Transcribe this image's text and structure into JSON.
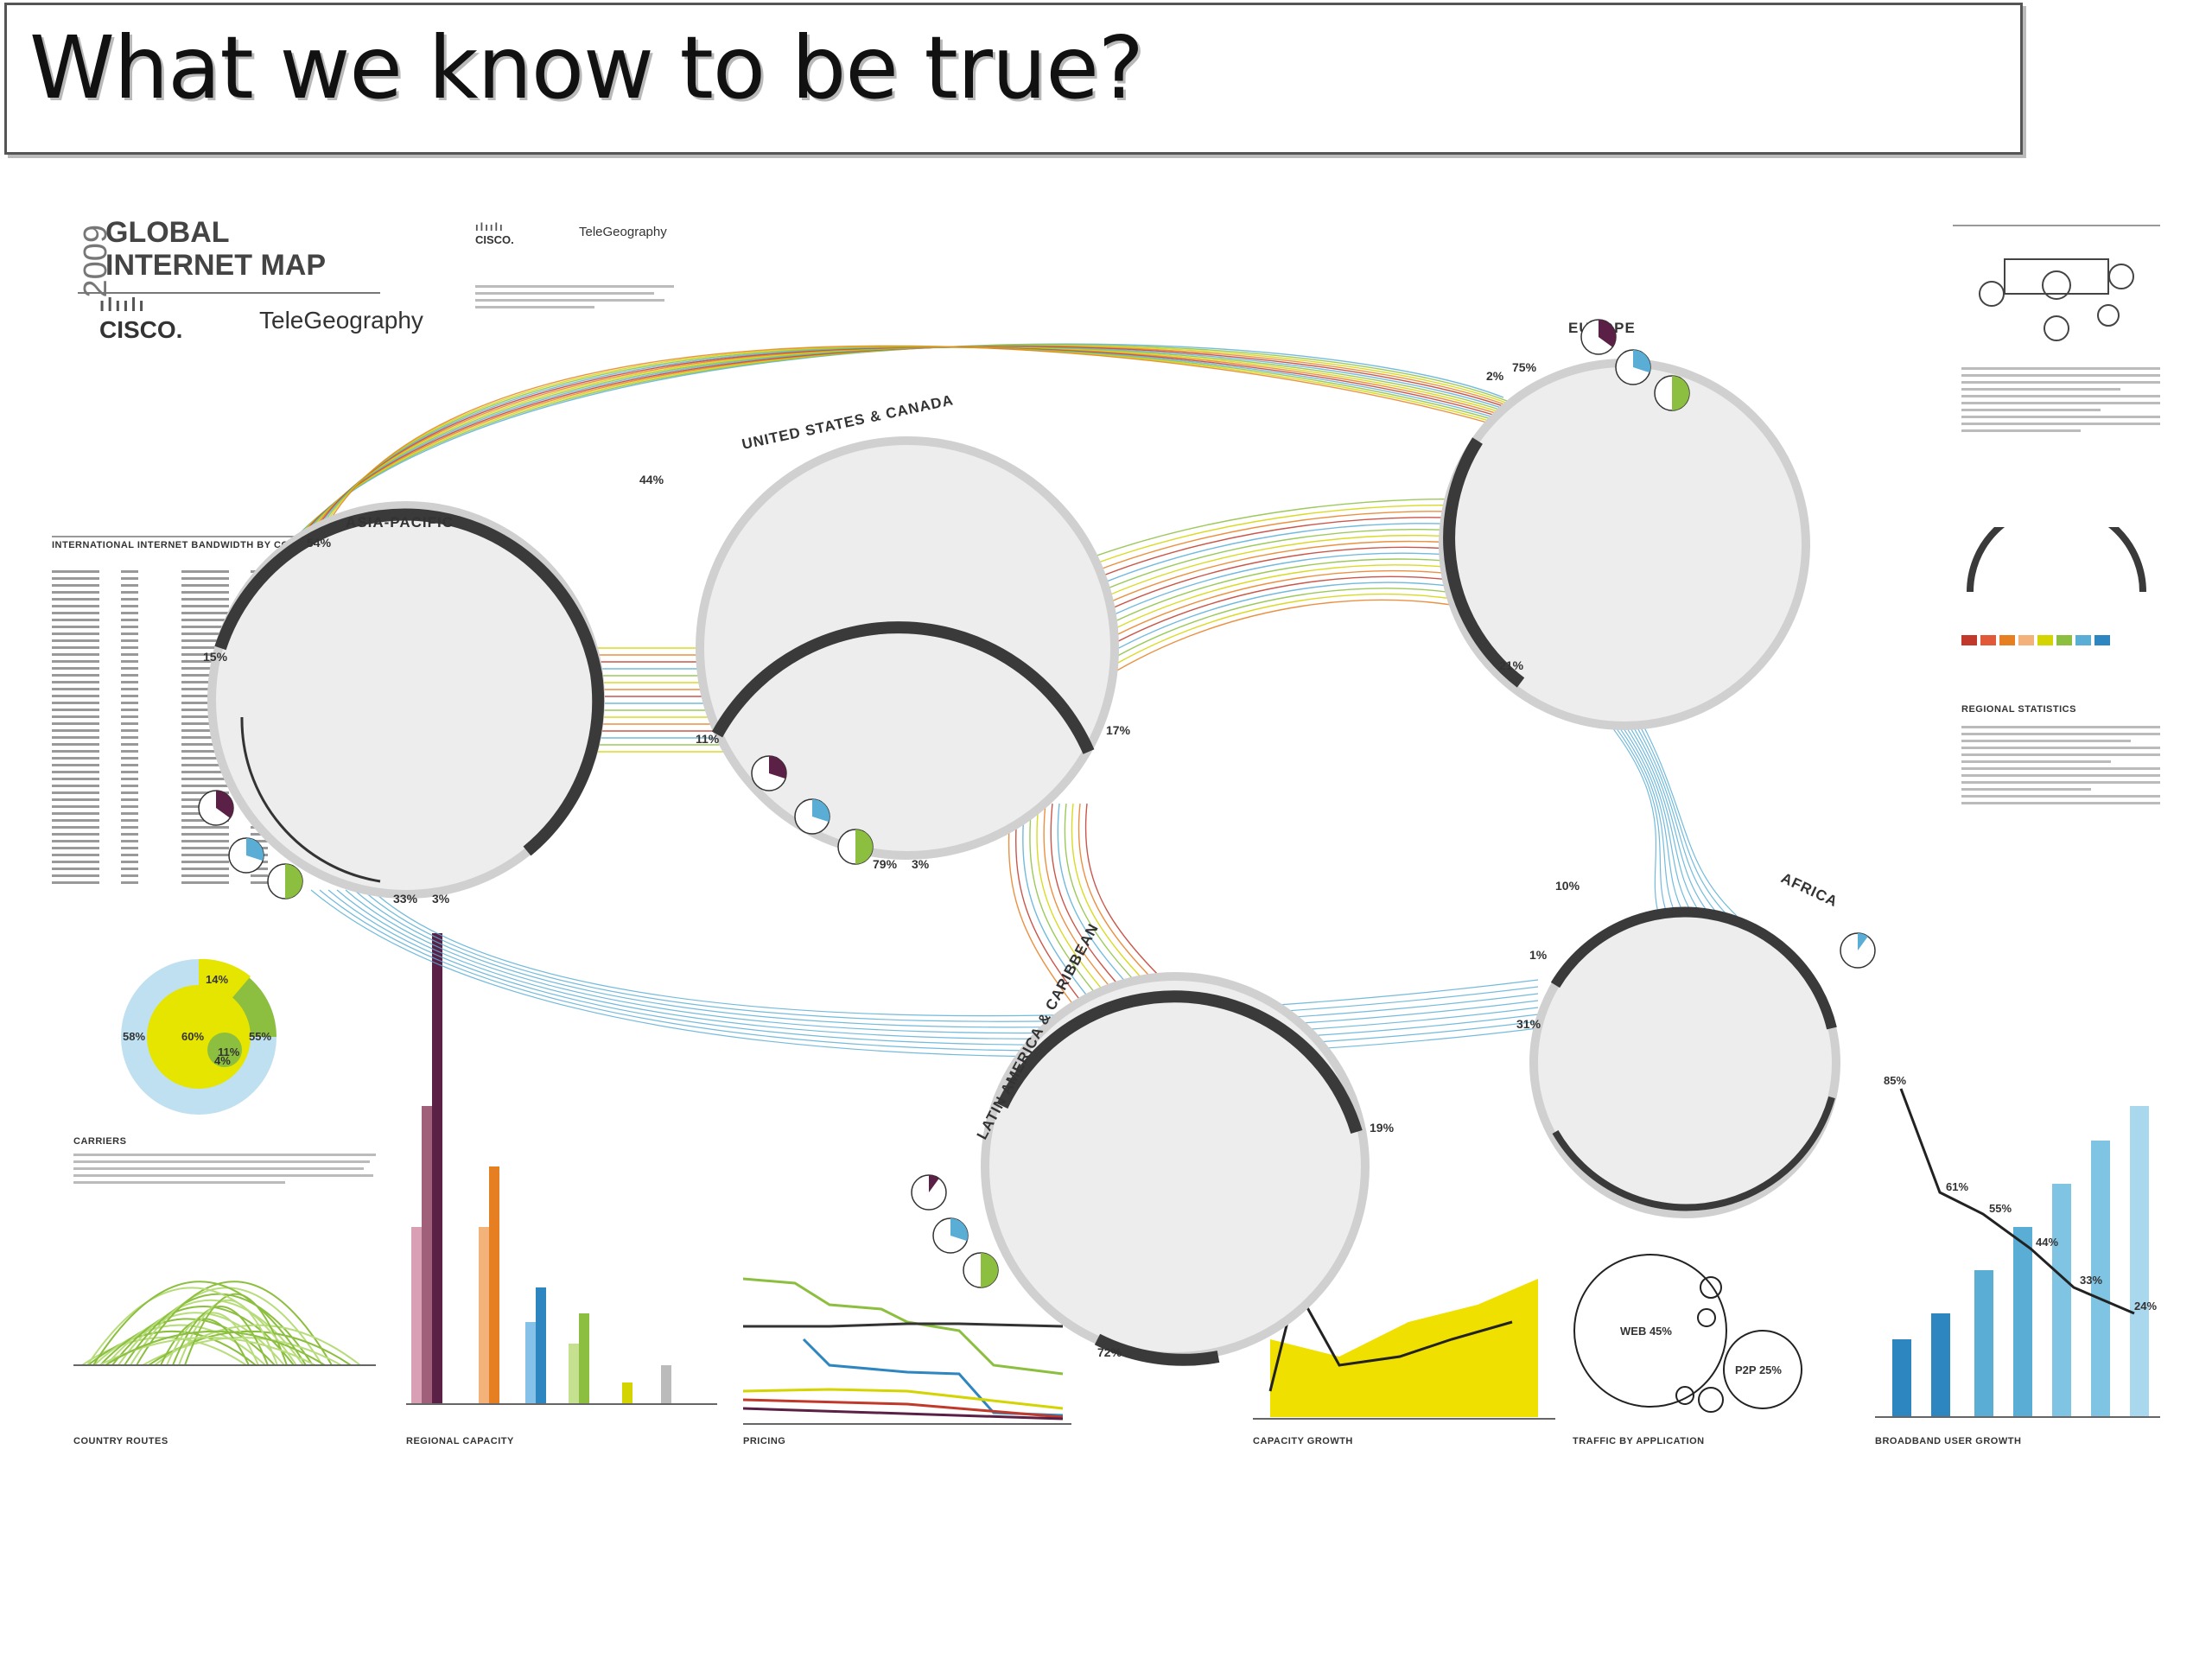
{
  "slide": {
    "title": "What we know to be true?"
  },
  "poster": {
    "year": "2009",
    "title_line1": "GLOBAL",
    "title_line2": "INTERNET MAP",
    "cisco": "CISCO.",
    "telegeography": "TeleGeography",
    "cisco_small": "CISCO.",
    "telegeography_small": "TeleGeography"
  },
  "regions": {
    "asia_pacific": "ASIA-PACIFIC",
    "us_canada": "UNITED STATES & CANADA",
    "europe": "EUROPE",
    "africa": "AFRICA",
    "latin_america": "LATIN AMERICA & CARIBBEAN"
  },
  "percentages": {
    "asia_top": "54%",
    "asia_left": "15%",
    "asia_bottom_a": "33%",
    "asia_bottom_b": "3%",
    "us_top": "44%",
    "us_left": "11%",
    "us_bottom_a": "79%",
    "us_bottom_b": "3%",
    "us_right": "17%",
    "eu_top_a": "2%",
    "eu_top_b": "75%",
    "eu_bottom": "21%",
    "af_left": "10%",
    "af_mid": "1%",
    "af_bottom": "31%",
    "la_right": "19%",
    "la_bottom": "72%"
  },
  "sections": {
    "bandwidth_table": "INTERNATIONAL INTERNET BANDWIDTH BY COUNTRY",
    "carriers": "CARRIERS",
    "country_routes": "COUNTRY ROUTES",
    "regional_capacity": "REGIONAL CAPACITY",
    "pricing": "PRICING",
    "capacity_growth": "CAPACITY GROWTH",
    "traffic_by_application": "TRAFFIC BY APPLICATION",
    "broadband_user_growth": "BROADBAND USER GROWTH",
    "regional_statistics": "REGIONAL STATISTICS"
  },
  "carriers_donut": {
    "values": [
      "14%",
      "58%",
      "60%",
      "55%",
      "11%",
      "4%"
    ]
  },
  "traffic": {
    "web": "WEB 45%",
    "p2p": "P2P 25%"
  },
  "broadband_labels": [
    "85%",
    "61%",
    "55%",
    "44%",
    "33%",
    "24%"
  ],
  "colors": {
    "ring": "#3a3a3a",
    "ring_light": "#cfcfcf",
    "red": "#c0392b",
    "orange": "#e67e22",
    "yellow": "#d4d400",
    "green": "#8cbf3f",
    "blue": "#5aaed6",
    "purple": "#5b2045"
  }
}
